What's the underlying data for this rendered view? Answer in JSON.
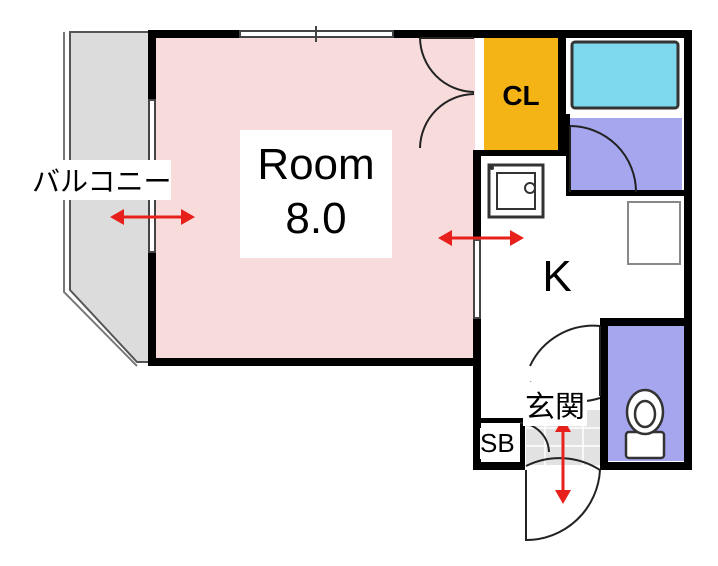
{
  "rooms": {
    "main_name": "Room",
    "main_size": "8.0",
    "kitchen": "K",
    "closet": "CL",
    "balcony": "バルコニー",
    "entrance": "玄関",
    "shoe_box": "SB"
  },
  "colors": {
    "room_fill": "#f8dcdc",
    "closet_fill": "#f5b416",
    "bath_fill": "#a6a6ef",
    "tub_fill": "#7fd9ee",
    "balcony_fill": "#dcdcdc",
    "wall": "#000000",
    "arrow": "#e8201c"
  },
  "icons": [
    "double-arrow-icon",
    "sink-icon",
    "bathtub-icon",
    "toilet-icon",
    "door-swing-icon"
  ]
}
